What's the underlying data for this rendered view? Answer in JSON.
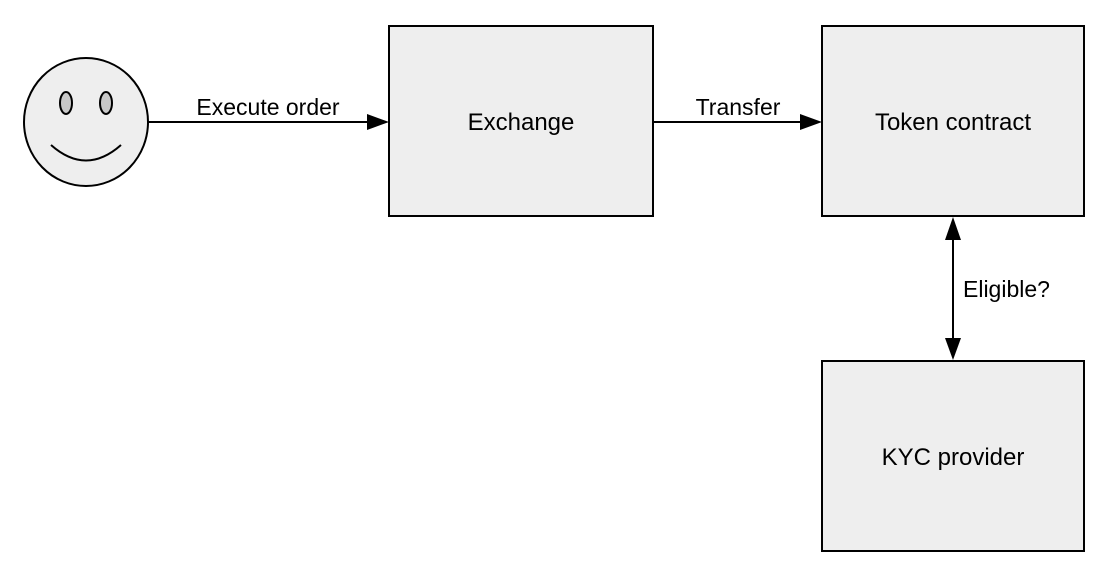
{
  "colors": {
    "box_fill": "#eeeeee",
    "stroke": "#000000",
    "background": "#ffffff"
  },
  "actor": {
    "icon": "smiley-face-icon"
  },
  "nodes": {
    "exchange": "Exchange",
    "token_contract": "Token contract",
    "kyc_provider": "KYC provider"
  },
  "edges": {
    "execute_order": "Execute order",
    "transfer": "Transfer",
    "eligible": "Eligible?"
  }
}
